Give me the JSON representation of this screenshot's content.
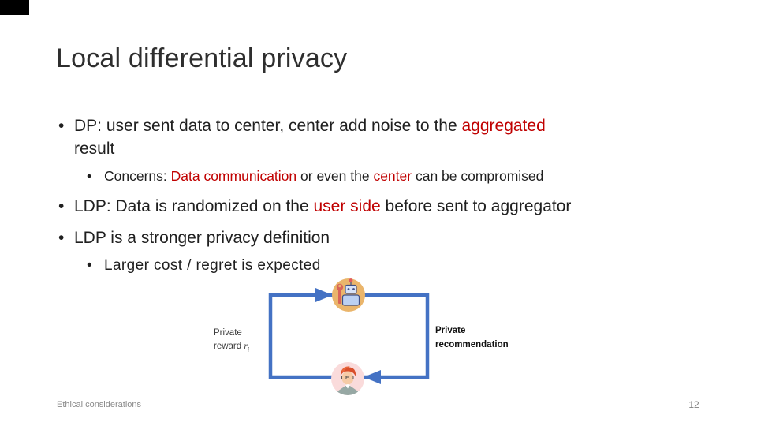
{
  "colors": {
    "accent_red": "#C00000",
    "diagram_blue": "#4472C4",
    "title_gray": "#2e2e2e",
    "footer_gray": "#8a8a8a"
  },
  "title": "Local differential privacy",
  "bullets": [
    {
      "segments": [
        {
          "t": "DP: user sent data to center, center add noise to the "
        },
        {
          "t": "aggregated",
          "red": true
        },
        {
          "br": true
        },
        {
          "t": "result"
        }
      ]
    },
    {
      "segments": [
        {
          "t": "Concerns: "
        },
        {
          "t": "Data communication",
          "red": true
        },
        {
          "t": " or even the "
        },
        {
          "t": "center",
          "red": true
        },
        {
          "t": " can be compromised"
        }
      ]
    },
    {
      "segments": [
        {
          "t": "LDP: Data is randomized on the "
        },
        {
          "t": "user side",
          "red": true
        },
        {
          "t": " before sent to aggregator"
        }
      ]
    },
    {
      "segments": [
        {
          "t": "LDP is a stronger privacy definition"
        }
      ]
    },
    {
      "segments": [
        {
          "t": "Larger cost / regret is expected"
        }
      ]
    }
  ],
  "diagram": {
    "left_label": [
      {
        "t": "Private"
      },
      {
        "br": true
      },
      {
        "t": "reward "
      },
      {
        "t": "r",
        "i": true
      },
      {
        "t": "i",
        "i": true,
        "sub": true
      }
    ],
    "right_label": [
      {
        "t": "Private"
      },
      {
        "br": true
      },
      {
        "t": "recommendation"
      }
    ],
    "top_icon": "robot-aggregator",
    "bottom_icon": "user-person"
  },
  "footer": {
    "section": "Ethical considerations",
    "page_number": "12"
  }
}
